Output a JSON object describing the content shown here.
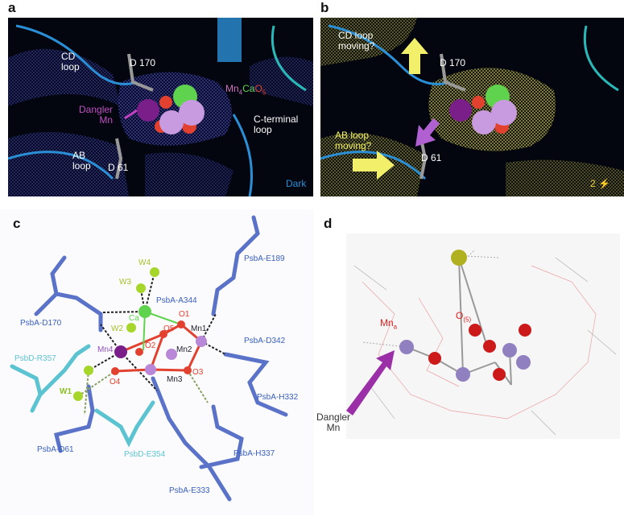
{
  "panels": {
    "a": {
      "label": "a",
      "cd_loop": "CD\nloop",
      "d170": "D 170",
      "mn": "Mn",
      "mn_sub": "4",
      "ca": "Ca",
      "o": "O",
      "o_sub": "5",
      "dangler": "Dangler\nMn",
      "cterm": "C-terminal\nloop",
      "ab_loop": "AB\nloop",
      "d61": "D 61",
      "state": "Dark"
    },
    "b": {
      "label": "b",
      "cd": "CD loop\nmoving?",
      "d170": "D 170",
      "ab": "AB loop\nmoving?",
      "d61": "D 61",
      "flash": "2"
    },
    "c": {
      "label": "c",
      "labels": {
        "w4": "W4",
        "w3": "W3",
        "w2": "W2",
        "w1": "W1",
        "ca": "Ca",
        "o1": "O1",
        "o2": "O2",
        "o3": "O3",
        "o4": "O4",
        "o5": "O5",
        "mn1": "Mn1",
        "mn2": "Mn2",
        "mn3": "Mn3",
        "mn4": "Mn4",
        "e189": "PsbA-E189",
        "a344": "PsbA-A344",
        "d170": "PsbA-D170",
        "d342": "PsbA-D342",
        "r357": "PsbD-R357",
        "h332": "PsbA-H332",
        "d61": "PsbA-D61",
        "e354": "PsbD-E354",
        "h337": "PsbA-H337",
        "e333": "PsbA-E333"
      }
    },
    "d": {
      "label": "d",
      "mna": "Mn",
      "mna_sub": "a",
      "o5": "O",
      "o5_sub": "(5)",
      "dangler": "Dangler\nMn"
    }
  },
  "colors": {
    "mesh_a": "#4a4fd0",
    "mesh_b": "#c8c03a",
    "ribbon": "#2a8fd6",
    "mn": "#b887d8",
    "mn4": "#7a1f8a",
    "ca": "#5fd34e",
    "o": "#e2412f",
    "water": "#a6d62a",
    "stick": "#5a72c8",
    "cyan": "#5cc4d0"
  }
}
